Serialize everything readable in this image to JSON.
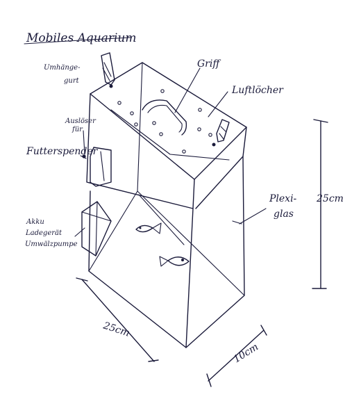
{
  "title": "Mobiles Aquarium",
  "labels": {
    "aufhaenge_line1": "Umhänge-",
    "aufhaenge_line2": "gurt",
    "griff": "Griff",
    "luftloecher": "Luftlöcher",
    "ausloeser_line1": "Auslöser",
    "ausloeser_line2": "für",
    "futterspender": "Futterspender",
    "akku_line1": "Akku",
    "akku_line2": "Ladegerät",
    "akku_line3": "Umwälzpumpe",
    "plexi_line1": "Plexi-",
    "plexi_line2": "glas"
  },
  "dimensions": {
    "height": "25cm",
    "width": "25cm",
    "depth": "10cm"
  },
  "ink_color": "#1a1a3a"
}
